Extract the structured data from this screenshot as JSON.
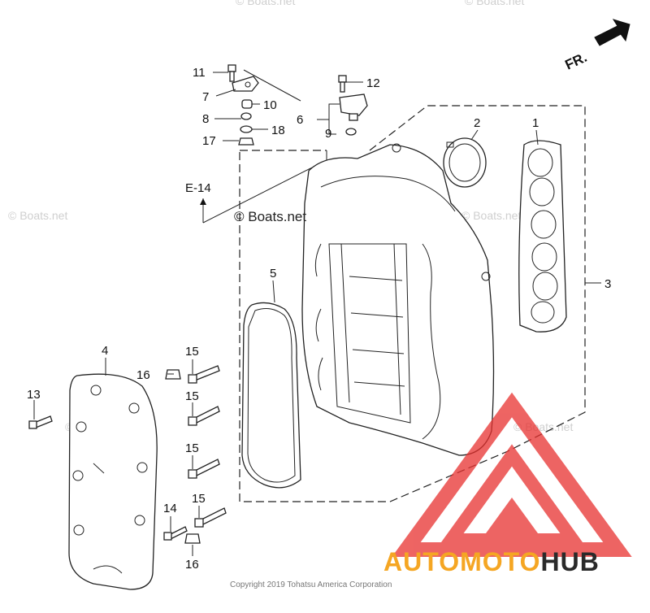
{
  "watermarks": {
    "tile": "© Boats.net",
    "center": "© Boats.net"
  },
  "direction": {
    "label": "FR."
  },
  "callouts": {
    "c1": "1",
    "c2": "2",
    "c3": "3",
    "c4": "4",
    "c5": "5",
    "c6": "6",
    "c7": "7",
    "c8": "8",
    "c9": "9",
    "c10": "10",
    "c11": "11",
    "c12": "12",
    "c13": "13",
    "c14": "14",
    "c15a": "15",
    "c15b": "15",
    "c15c": "15",
    "c15d": "15",
    "c16a": "16",
    "c16b": "16",
    "c17": "17",
    "c18": "18"
  },
  "reference": {
    "label": "E-14"
  },
  "footer": {
    "copyright": "Copyright 2019 Tohatsu America Corporation"
  },
  "brand": {
    "part1": "AUTOMOTO",
    "part2": "HUB",
    "color_red": "#e8312f",
    "color_orange": "#f5a623",
    "color_dark": "#2a2a2a"
  }
}
